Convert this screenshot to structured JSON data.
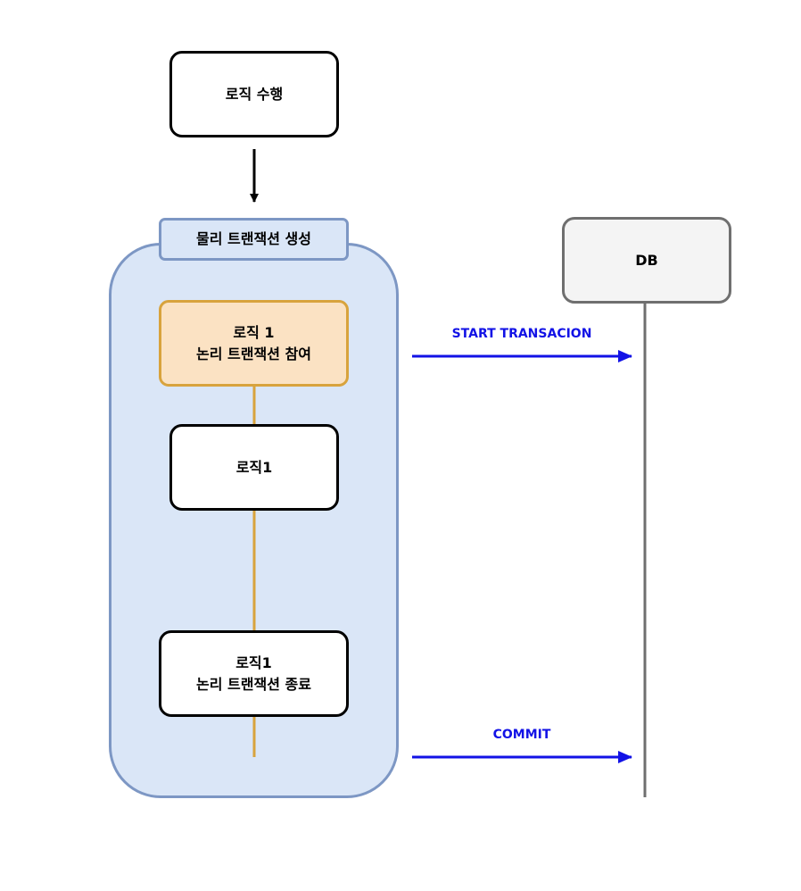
{
  "diagram": {
    "nodes": {
      "start": "로직 수행",
      "container_label": "물리 트랜잭션 생성",
      "logic_join": [
        "로직 1",
        "논리 트랜잭션 참여"
      ],
      "logic": "로직1",
      "logic_end": [
        "로직1",
        "논리 트랜잭션 종료"
      ],
      "db": "DB"
    },
    "messages": {
      "start_tx": "START TRANSACION",
      "commit": "COMMIT"
    },
    "colors": {
      "container_fill": "#dae6f7",
      "container_border": "#7d97c4",
      "orange_fill": "#fbe2c3",
      "orange_border": "#d8a33d",
      "arrow_blue": "#1212e6",
      "lifeline_gray": "#6f6f6f"
    }
  }
}
